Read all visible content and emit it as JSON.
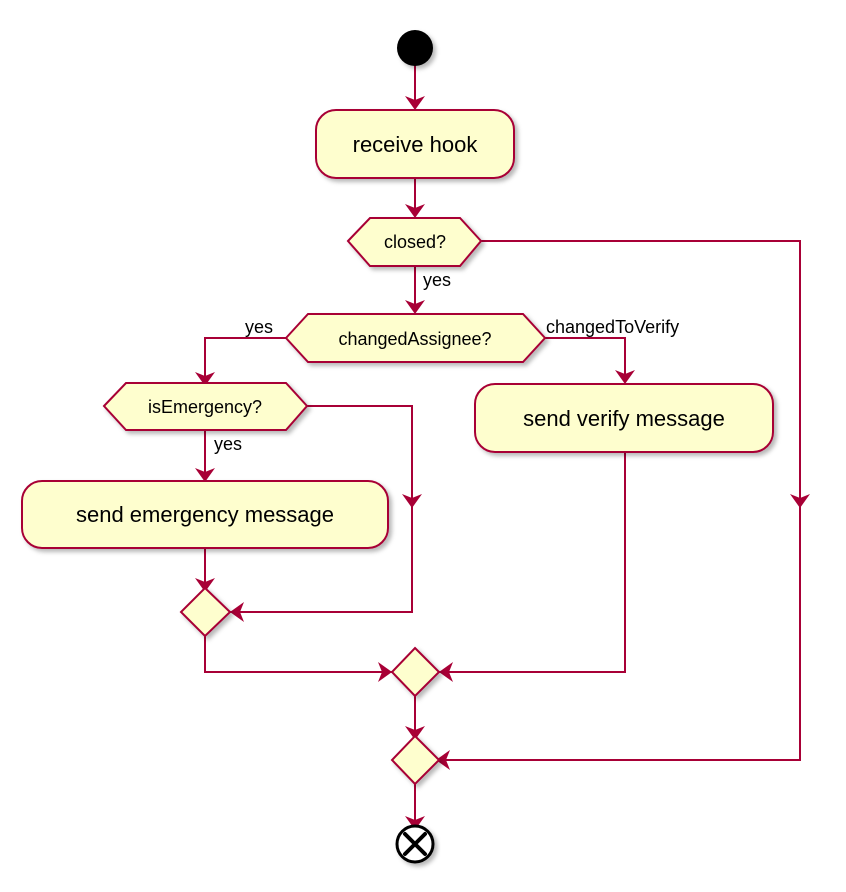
{
  "diagram": {
    "type": "activity",
    "colors": {
      "node_fill": "#fefece",
      "line": "#a80036",
      "start": "#000000",
      "text": "#000000"
    },
    "activities": {
      "receive_hook": "receive hook",
      "send_verify": "send verify message",
      "send_emergency": "send emergency message"
    },
    "decisions": {
      "closed": "closed?",
      "changed_assignee": "changedAssignee?",
      "is_emergency": "isEmergency?"
    },
    "edge_labels": {
      "closed_yes": "yes",
      "assignee_yes": "yes",
      "assignee_changed_to_verify": "changedToVerify",
      "emergency_yes": "yes"
    },
    "start_icon": "filled-circle",
    "stop_icon": "circle-x-icon"
  }
}
